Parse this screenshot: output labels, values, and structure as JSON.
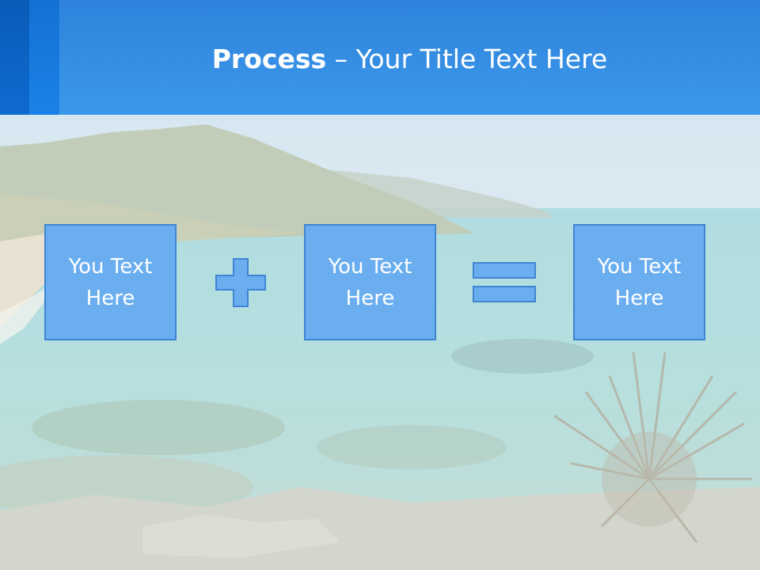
{
  "slide": {
    "title_bold": "Process",
    "title_rest": " – Your Title Text Here"
  },
  "boxes": [
    {
      "text": "You Text Here"
    },
    {
      "text": "You Text Here"
    },
    {
      "text": "You Text Here"
    }
  ],
  "operators": {
    "first": "plus-icon",
    "second": "equals-icon"
  },
  "colors": {
    "header": "#3b98ea",
    "accent_dark": "#0a5bb7",
    "accent_mid": "#1a82e6",
    "box_fill": "#6aaef0",
    "box_border": "#3f84d3",
    "operator_fill": "#6aaef0"
  }
}
